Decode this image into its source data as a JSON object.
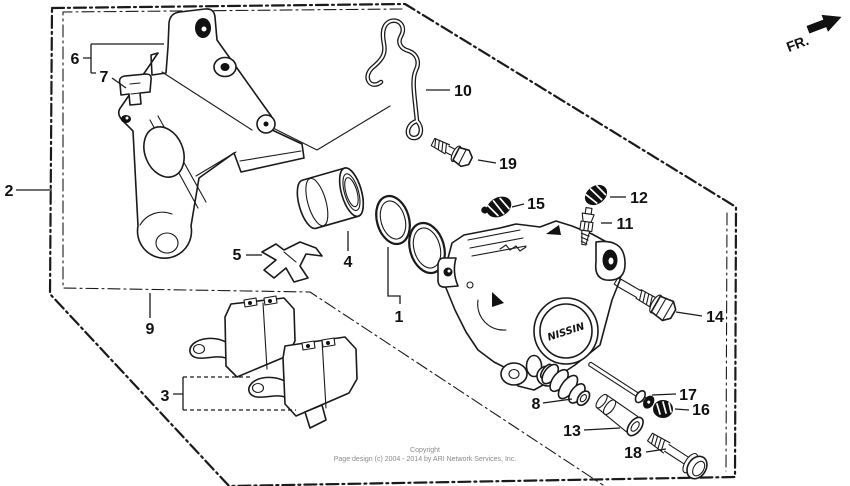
{
  "diagram": {
    "direction_indicator": "FR.",
    "caliper_logo": "NISSIN",
    "callouts": {
      "c1": "1",
      "c2": "2",
      "c3": "3",
      "c4": "4",
      "c5": "5",
      "c6": "6",
      "c7": "7",
      "c8": "8",
      "c9": "9",
      "c10": "10",
      "c11": "11",
      "c12": "12",
      "c13": "13",
      "c14": "14",
      "c15": "15",
      "c16": "16",
      "c17": "17",
      "c18": "18",
      "c19": "19"
    },
    "footer": {
      "line1": "Copyright",
      "line2": "Page design (c) 2004 - 2014 by ARI Network Services, Inc."
    },
    "colors": {
      "ink": "#1a1a1a",
      "background": "#ffffff",
      "muted_text": "#8a8a8a"
    }
  }
}
